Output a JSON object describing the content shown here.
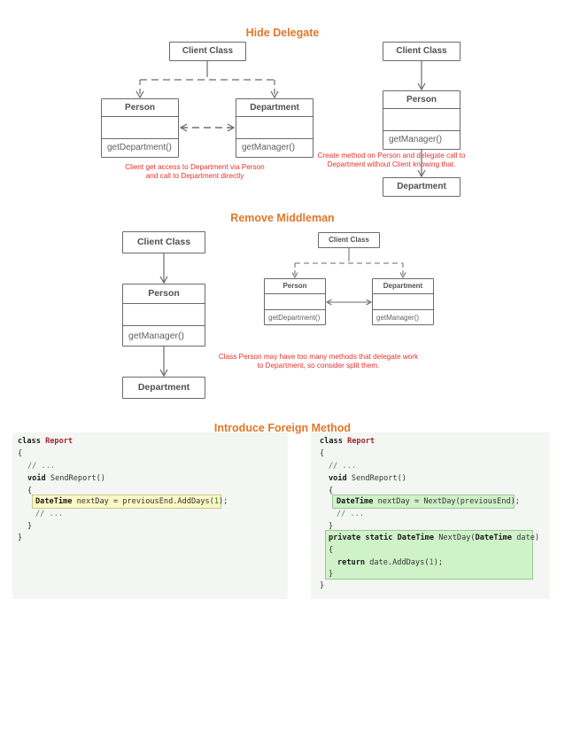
{
  "hide_delegate": {
    "heading": "Hide Delegate",
    "left": {
      "client": "Client Class",
      "person": {
        "title": "Person",
        "method": "getDepartment()"
      },
      "department": {
        "title": "Department",
        "method": "getManager()"
      },
      "note": [
        "Client get access to Department via Person",
        "and call to Department directly"
      ]
    },
    "right": {
      "client": "Client Class",
      "person": {
        "title": "Person",
        "method": "getManager()"
      },
      "department": "Department",
      "note": [
        "Create method on Person and delegate call to",
        "Department without Client knowing that."
      ]
    }
  },
  "remove_middleman": {
    "heading": "Remove Middleman",
    "left": {
      "client": "Client Class",
      "person": {
        "title": "Person",
        "method": "getManager()"
      },
      "department": "Department"
    },
    "right": {
      "client": "Client Class",
      "person": {
        "title": "Person",
        "method": "getDepartment()"
      },
      "department": {
        "title": "Department",
        "method": "getManager()"
      }
    },
    "note": [
      "Class Person may have too many methods that delegate work",
      "to Department, so consider split them."
    ]
  },
  "foreign_method": {
    "heading": "Introduce Foreign Method",
    "left": {
      "class_kw": "class",
      "class_name": "Report",
      "open": "{",
      "comment": "// ...",
      "void_kw": "void",
      "method_sig": "SendReport()",
      "inner_open": "{",
      "type": "DateTime",
      "stmt_a": "nextDay = previousEnd.AddDays(",
      "num": "1",
      "stmt_b": ");",
      "inner_comment": "// ...",
      "inner_close": "}",
      "close": "}"
    },
    "right": {
      "class_kw": "class",
      "class_name": "Report",
      "open": "{",
      "comment": "// ...",
      "void_kw": "void",
      "method_sig": "SendReport()",
      "inner_open": "{",
      "type": "DateTime",
      "stmt": "nextDay = NextDay(previousEnd);",
      "inner_comment": "// ...",
      "inner_close": "}",
      "priv_kw": "private static",
      "priv_type": "DateTime",
      "priv_sig_a": "NextDay(",
      "priv_param_type": "DateTime",
      "priv_sig_b": "date)",
      "priv_open": "{",
      "return_kw": "return",
      "return_a": "date.AddDays(",
      "return_num": "1",
      "return_b": ");",
      "priv_close": "}",
      "close": "}"
    }
  },
  "colors": {
    "heading": "#e0782a",
    "note": "#e8302c",
    "border": "#6a6a6a",
    "highlight_yellow": "#fbf8c8",
    "highlight_green": "#cff2c8",
    "code_bg": "#f4f6f4"
  }
}
